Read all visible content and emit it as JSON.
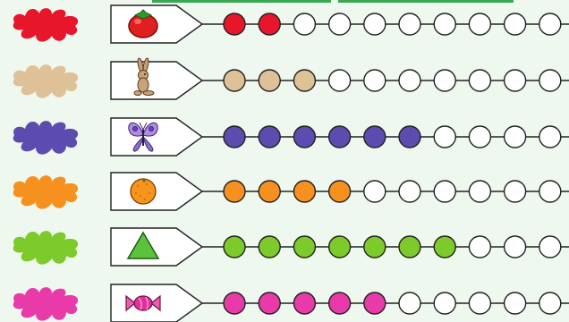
{
  "total_beads": 10,
  "bead_outline_color": "#222222",
  "empty_bead_color": "#ffffff",
  "rows": [
    {
      "icon": "tomato-icon",
      "color": "#e8162b",
      "filled": 2
    },
    {
      "icon": "rabbit-icon",
      "color": "#dfc197",
      "filled": 3
    },
    {
      "icon": "butterfly-icon",
      "color": "#5c4cb0",
      "filled": 6
    },
    {
      "icon": "orange-icon",
      "color": "#f6901e",
      "filled": 4
    },
    {
      "icon": "triangle-icon",
      "color": "#7ccb2a",
      "filled": 7
    },
    {
      "icon": "candy-icon",
      "color": "#e83aa8",
      "filled": 5
    }
  ]
}
